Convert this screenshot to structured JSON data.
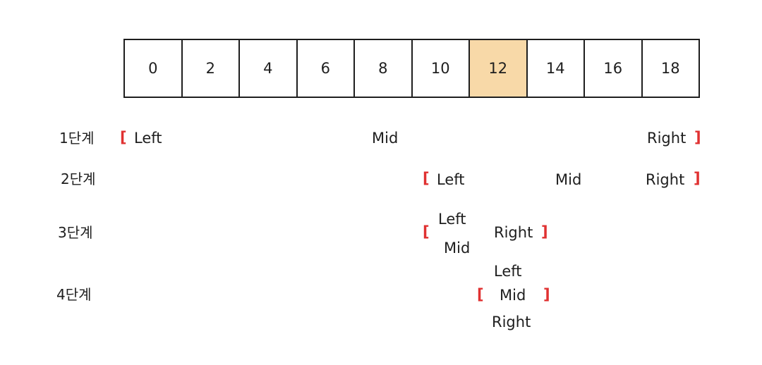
{
  "array": {
    "cells": [
      "0",
      "2",
      "4",
      "6",
      "8",
      "10",
      "12",
      "14",
      "16",
      "18"
    ],
    "highlighted_value": "12"
  },
  "colors": {
    "highlight": "#f8d9a8",
    "bracket": "#e03131",
    "ink": "#1e1e1e"
  },
  "steps": [
    {
      "label": "1단계",
      "left": "Left",
      "mid": "Mid",
      "right": "Right"
    },
    {
      "label": "2단계",
      "left": "Left",
      "mid": "Mid",
      "right": "Right"
    },
    {
      "label": "3단계",
      "left": "Left",
      "mid": "Mid",
      "right": "Right"
    },
    {
      "label": "4단계",
      "left": "Left",
      "mid": "Mid",
      "right": "Right"
    }
  ],
  "brackets": {
    "open": "[",
    "close": "]"
  }
}
